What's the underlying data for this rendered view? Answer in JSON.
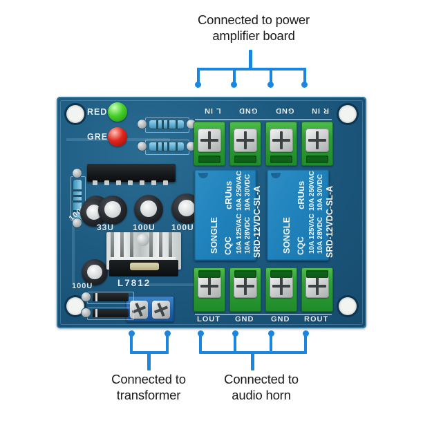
{
  "annotations": {
    "top": {
      "text": "Connected to power\namplifier board",
      "color": "#1b86e0"
    },
    "bottom_left": {
      "text": "Connected to\ntransformer",
      "color": "#1b86e0"
    },
    "bottom_right": {
      "text": "Connected to\naudio horn",
      "color": "#1b86e0"
    }
  },
  "board": {
    "color": "#1d5a80",
    "input_terminals": {
      "labels": [
        "L IN",
        "GND",
        "GND",
        "R IN"
      ]
    },
    "output_terminals": {
      "labels": [
        "LOUT",
        "GND",
        "GND",
        "ROUT"
      ]
    },
    "led_labels": {
      "red": "RED",
      "green": "GRE"
    },
    "regulator": "L7812",
    "capacitors": [
      "100U",
      "33U",
      "100U",
      "100U",
      "100U"
    ],
    "relays": [
      {
        "brand": "SONGLE",
        "model": "SRD-12VDC-SL-A",
        "ratings": [
          "10A 125VAC",
          "10A 28VDC",
          "10A 250VAC",
          "10A 30VDC"
        ],
        "marks": [
          "cRUus",
          "CQC"
        ]
      },
      {
        "brand": "SONGLE",
        "model": "SRD-12VDC-SL-A",
        "ratings": [
          "10A 125VAC",
          "10A 28VDC",
          "10A 250VAC",
          "10A 30VDC"
        ],
        "marks": [
          "cRUus",
          "CQC"
        ]
      }
    ]
  }
}
